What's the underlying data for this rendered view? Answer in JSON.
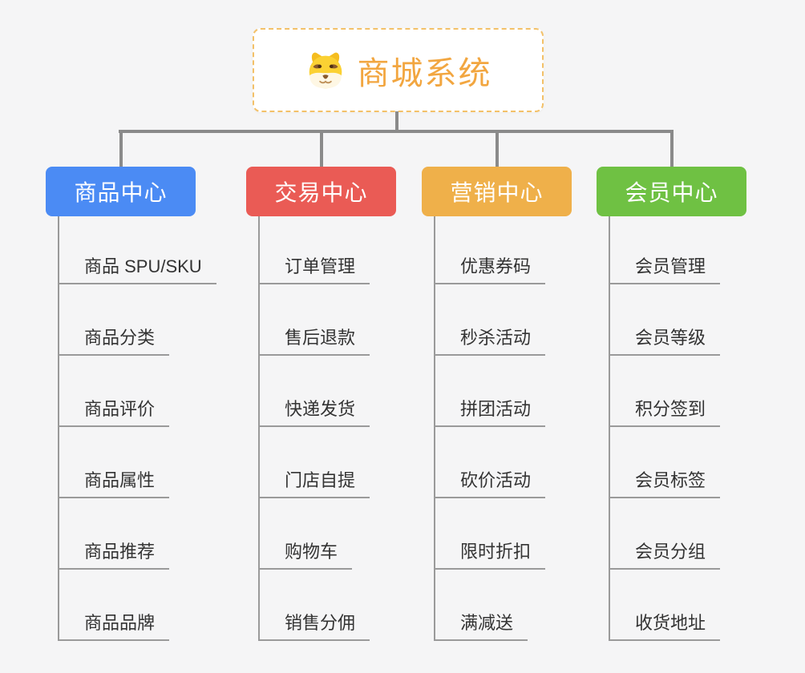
{
  "page": {
    "background": "#F5F5F6",
    "connector_color": "#8A8A8A"
  },
  "root": {
    "label": "商城系统",
    "icon": "dog-face-icon",
    "text_color": "#F2A640",
    "border_color": "#F3C169"
  },
  "branches": [
    {
      "label": "商品中心",
      "color": "#4B8BF4",
      "children": [
        "商品 SPU/SKU",
        "商品分类",
        "商品评价",
        "商品属性",
        "商品推荐",
        "商品品牌"
      ]
    },
    {
      "label": "交易中心",
      "color": "#EA5B55",
      "children": [
        "订单管理",
        "售后退款",
        "快递发货",
        "门店自提",
        "购物车",
        "销售分佣"
      ]
    },
    {
      "label": "营销中心",
      "color": "#EFB04A",
      "children": [
        "优惠券码",
        "秒杀活动",
        "拼团活动",
        "砍价活动",
        "限时折扣",
        "满减送"
      ]
    },
    {
      "label": "会员中心",
      "color": "#6FC143",
      "children": [
        "会员管理",
        "会员等级",
        "积分签到",
        "会员标签",
        "会员分组",
        "收货地址"
      ]
    }
  ]
}
